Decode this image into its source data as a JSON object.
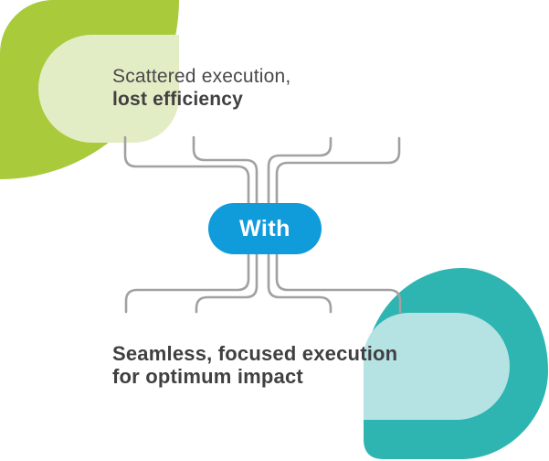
{
  "texts": {
    "top": {
      "line1": "Scattered execution,",
      "line2": "lost efficiency"
    },
    "center_label": "With",
    "bottom": {
      "line1": "Seamless, focused execution",
      "line2": "for optimum impact"
    }
  },
  "colors": {
    "green_outer": "#a9ca3a",
    "green_inner": "#e3edc5",
    "teal_outer": "#2eb5b2",
    "teal_inner": "#b5e2e3",
    "pill_blue": "#109bda",
    "line_gray": "#a1a1a1",
    "text_dark": "#413f41",
    "canvas_bg": "#ffffff"
  }
}
